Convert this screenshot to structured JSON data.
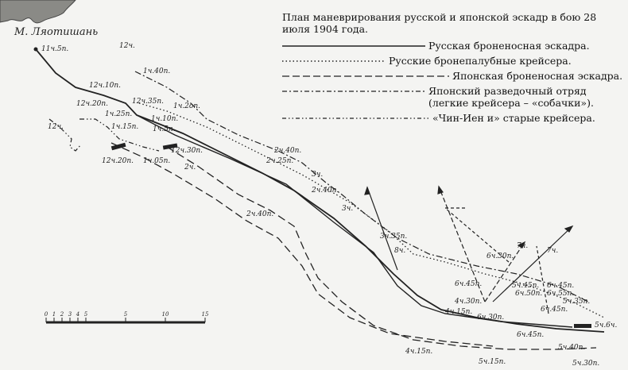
{
  "map": {
    "title": "План маневрирования русской и японской эскадр в бою 28 июля 1904 года.",
    "cape_label": "М. Ляотишань",
    "legend": [
      {
        "key": "russian_battleships",
        "label": "Русская броненосная эскадра.",
        "style": "solid"
      },
      {
        "key": "russian_cruisers",
        "label": "Русские бронепалубные крейсера.",
        "style": "dotted"
      },
      {
        "key": "japanese_battleships",
        "label": "Японская броненосная эскадра.",
        "style": "dashed"
      },
      {
        "key": "japanese_scouts",
        "label": "Японский разведочный отряд (легкие крейсера – «собачки»).",
        "style": "dashdot"
      },
      {
        "key": "chin_yen",
        "label": "«Чин-Иен и» старые крейсера.",
        "style": "dashdotdot"
      }
    ],
    "time_labels": [
      "11ч.5п.",
      "12ч.",
      "12ч.10п.",
      "12ч.20п.",
      "12ч.",
      "1ч.40п.",
      "1ч.25п.",
      "12ч.35п.",
      "1ч.15п.",
      "1ч.10п.",
      "1ч.2оп.",
      "1ч.5п.",
      "12ч.20п.",
      "1ч.05п.",
      "12ч.30п.",
      "2ч.",
      "2ч.40п.",
      "2ч.25п.",
      "3ч.",
      "2ч.40п.",
      "3ч.",
      "2ч.40п.",
      "3ч.35п.",
      "8ч.",
      "7ч.",
      "7ч.",
      "6ч.30п.",
      "6ч.45п.",
      "6ч.55п.",
      "6ч.45п.",
      "5ч.35п.",
      "5ч.45п.",
      "6ч.50п.",
      "6ч.45п.",
      "4ч.30п.",
      "4ч.15п.",
      "6ч.30п.",
      "6ч.45п.",
      "5ч.40п.",
      "4ч.15п.",
      "5ч.15п.",
      "5ч.30п.",
      "5ч.6ч."
    ],
    "scale": {
      "ticks": [
        "0",
        "1",
        "2",
        "3",
        "4",
        "5",
        "5",
        "10",
        "15"
      ]
    }
  }
}
